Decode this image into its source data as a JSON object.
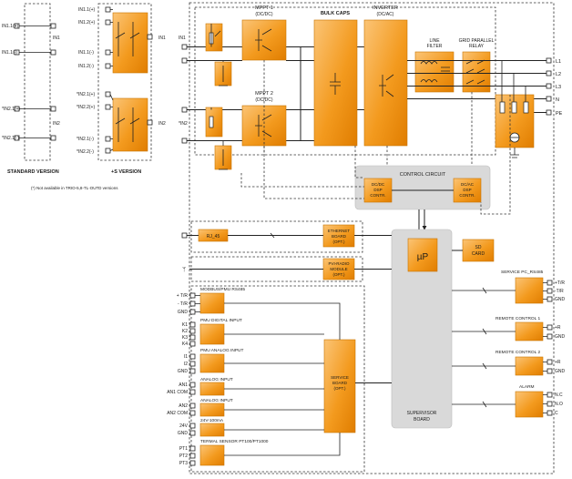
{
  "left_panel": {
    "standard_version": "STANDARD VERSION",
    "s_version": "+S VERSION",
    "note": "(*) Not available in TRIO-5,8-TL-OUTD versions",
    "std_inputs": [
      "IN1.1(+)",
      "IN1.1(-)",
      "*IN2.1(+)",
      "*IN2.1(-)"
    ],
    "std_groups": [
      "IN1",
      "IN2"
    ],
    "s_inputs": [
      "IN1.1(+)",
      "IN1.2(+)",
      "IN1.1(-)",
      "IN1.2(-)",
      "*IN2.1(+)",
      "*IN2.2(+)",
      "*IN2.1(-)",
      "*IN2.2(-)"
    ],
    "s_groups": [
      "IN1",
      "IN2"
    ]
  },
  "power": {
    "mppt1": "MPPT 1",
    "mppt1_sub": "(DC/DC)",
    "mppt2": "MPPT 2",
    "mppt2_sub": "(DC/DC)",
    "bulk_caps": "BULK CAPS",
    "inverter": "INVERTER",
    "inverter_sub": "(DC/AC)",
    "line_filter_1": "LINE",
    "line_filter_2": "FILTER",
    "relay_1": "GRID PARALLEL",
    "relay_2": "RELAY",
    "in1": "IN1",
    "in2": "*IN2",
    "outputs": [
      "L1",
      "L2",
      "L3",
      "N",
      "PE"
    ]
  },
  "control": {
    "title": "CONTROL CIRCUIT",
    "dcdc": [
      "DC/DC",
      "DSP",
      "CONTR."
    ],
    "dcac": [
      "DC/AC",
      "DSP",
      "CONTR."
    ]
  },
  "comms": {
    "rj45": "RJ_45",
    "ethernet": [
      "ETHERNET",
      "BOARD",
      "(OPT.)"
    ],
    "pvi_radio": [
      "PVI-RADIO",
      "MODULE",
      "(OPT.)"
    ],
    "micro": "µP",
    "sd_card": [
      "SD",
      "CARD"
    ],
    "supervisor": [
      "SUPERVISOR",
      "BOARD"
    ],
    "service_board": [
      "SERVICE",
      "BOARD",
      "(OPT.)"
    ]
  },
  "service_items": [
    {
      "title": "MODBUS/PMU RS485",
      "pins": [
        "+ T/R",
        "- T/R",
        "GND"
      ]
    },
    {
      "title": "PMU DIGITAL INPUT",
      "pins": [
        "K1",
        "K2",
        "K3",
        "K4"
      ]
    },
    {
      "title": "PMU ANALOG INPUT",
      "pins": [
        "I1",
        "I2",
        "GND"
      ]
    },
    {
      "title": "ANALOG INPUT",
      "pins": [
        "AN1",
        "AN1 COM"
      ]
    },
    {
      "title": "ANALOG INPUT",
      "pins": [
        "AN2",
        "AN2 COM"
      ]
    },
    {
      "title": "24V-100mA",
      "pins": [
        "24V",
        "GND"
      ]
    },
    {
      "title": "TERMAL SENSOR PT100/PT1000",
      "pins": [
        "PT1",
        "PT2",
        "PT3"
      ]
    }
  ],
  "right_items": [
    {
      "title": "SERVICE PC_RS485",
      "pins": [
        "+T/R",
        "-T/R",
        "GND"
      ]
    },
    {
      "title": "REMOTE CONTROL 1",
      "pins": [
        "+R",
        "GND"
      ]
    },
    {
      "title": "REMOTE CONTROL 2",
      "pins": [
        "+R",
        "GND"
      ]
    },
    {
      "title": "ALARM",
      "pins": [
        "N.C",
        "N.O",
        "C"
      ]
    }
  ]
}
